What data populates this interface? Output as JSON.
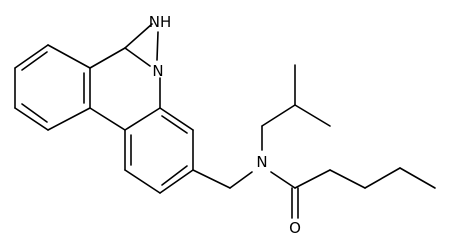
{
  "molecule": {
    "atoms": {
      "aziridine_nh": "NH",
      "aziridine_n": "N",
      "amide_n": "N",
      "carbonyl_o": "O"
    }
  }
}
